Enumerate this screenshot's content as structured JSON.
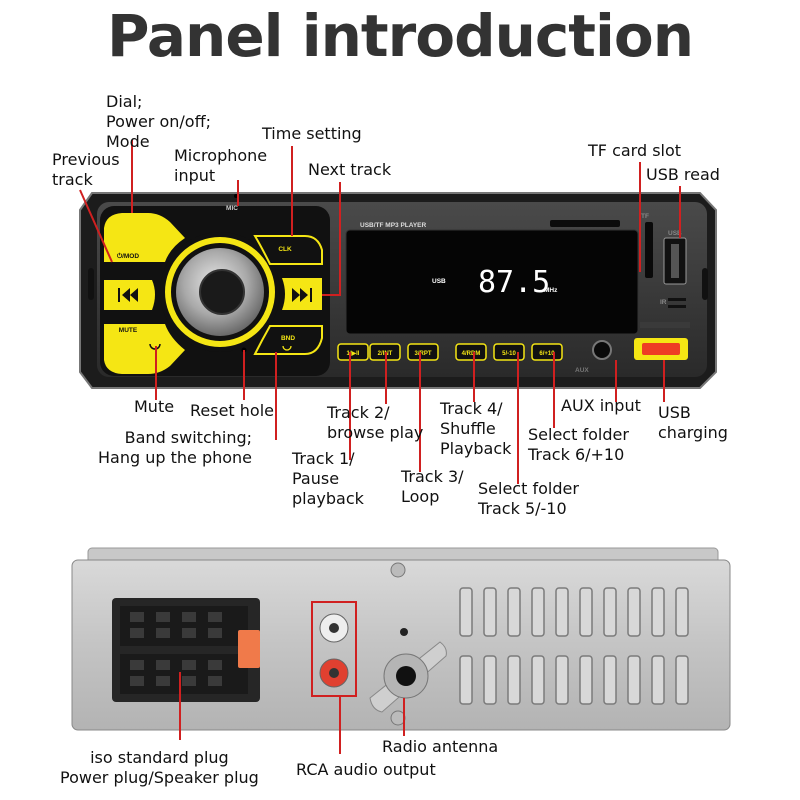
{
  "title": "Panel introduction",
  "front_panel": {
    "model_text": "USB/TF MP3 PLAYER",
    "mic_label": "MIC",
    "clk_label": "CLK",
    "bnd_label": "BND",
    "power_mode_label": "⏻/MOD",
    "mute_button_label": "MUTE",
    "display_source": "USB",
    "display_frequency": "87.5",
    "display_unit": "MHz",
    "tf_label": "TF",
    "usb_port_label": "USB",
    "ir_label": "IR",
    "aux_label": "AUX",
    "track_buttons": [
      "1/▶II",
      "2/INT",
      "3/RPT",
      "4/RDM",
      "5/-10",
      "6/+10"
    ]
  },
  "labels": {
    "dial": "Dial;\nPower on/off;\nMode",
    "previous_track": "Previous\ntrack",
    "microphone": "Microphone\ninput",
    "time_setting": "Time setting",
    "next_track": "Next track",
    "tf_card_slot": "TF card slot",
    "usb_read": "USB read",
    "mute": "Mute",
    "reset_hole": "Reset hole",
    "band_switching": "Band switching;\nHang up the phone",
    "track1": "Track 1/\nPause\nplayback",
    "track2": "Track 2/\nbrowse play",
    "track3": "Track 3/\nLoop",
    "track4": "Track 4/\nShuffle\nPlayback",
    "folder_minus": "Select folder\nTrack 5/-10",
    "folder_plus": "Select folder\nTrack 6/+10",
    "aux_input": "AUX input",
    "usb_charging": "USB\ncharging",
    "iso_plug": "iso standard plug\nPower plug/Speaker plug",
    "rca_output": "RCA audio output",
    "radio_antenna": "Radio antenna"
  },
  "colors": {
    "accent_yellow": "#f5e614",
    "leader_red": "#d02020",
    "title": "#333333",
    "usb_charge": "#ee3c24",
    "lcd_segment": "#ffffff"
  }
}
